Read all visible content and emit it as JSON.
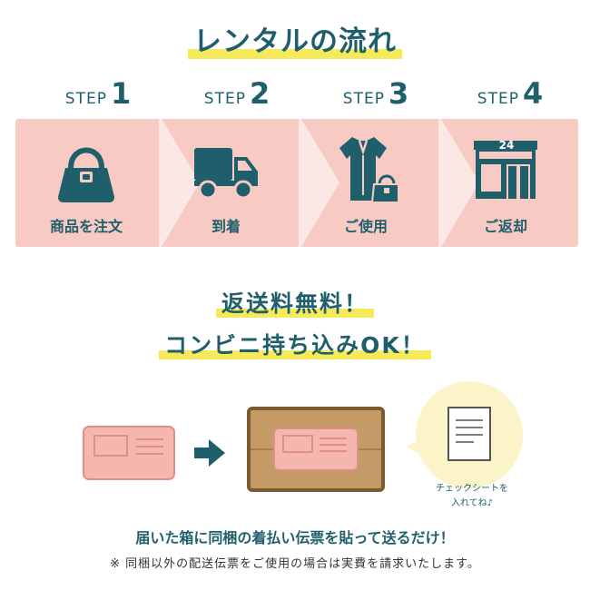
{
  "title": "レンタルの流れ",
  "steps": [
    {
      "word": "STEP",
      "number": "1",
      "label": "商品を注文",
      "icon": "handbag-icon"
    },
    {
      "word": "STEP",
      "number": "2",
      "label": "到着",
      "icon": "delivery-truck-icon"
    },
    {
      "word": "STEP",
      "number": "3",
      "label": "ご使用",
      "icon": "dress-and-bag-icon"
    },
    {
      "word": "STEP",
      "number": "4",
      "label": "ご返却",
      "icon": "convenience-store-icon"
    }
  ],
  "store_sign": "24",
  "headline": {
    "line1": "返送料無料！",
    "line2": "コンビニ持ち込みOK！"
  },
  "bubble_note": {
    "line1": "チェックシートを",
    "line2": "入れてね♪"
  },
  "caption": "届いた箱に同梱の着払い伝票を貼って送るだけ！",
  "note": "※ 同梱以外の配送伝票をご使用の場合は実費を請求いたします。",
  "colors": {
    "primary": "#1f5f6c",
    "panel": "#f7cbc3",
    "highlight": "#f7ea5a",
    "slip": "#f4b6ae",
    "box": "#c49b66",
    "bubble": "#fbf4c8"
  }
}
